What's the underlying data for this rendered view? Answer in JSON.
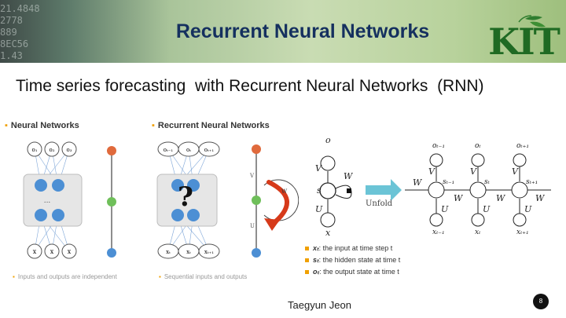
{
  "header": {
    "title": "Recurrent Neural Networks",
    "logo_text": "KIT",
    "bg_digits": "21.4848\n2778\n889\n8EC56\n1.43"
  },
  "subtitle": "Time series forecasting  with Recurrent Neural Networks  (RNN)",
  "left_panel": {
    "title": "Neural Networks",
    "caption": "Inputs and outputs are independent",
    "top_nodes": [
      "o₁",
      "o₂",
      "o₃"
    ],
    "bottom_nodes": [
      "x",
      "x",
      "x"
    ],
    "ellipsis": "..."
  },
  "right_panel": {
    "title": "Recurrent Neural Networks",
    "caption": "Sequential inputs and outputs",
    "top_nodes": [
      "oₜ₋₁",
      "oₜ",
      "oₜ₊₁"
    ],
    "bottom_nodes": [
      "xₜ",
      "xₜ",
      "xₜ₊₁"
    ],
    "question": "?",
    "w_label": "W",
    "v_label": "V",
    "u_label": "U"
  },
  "unfold": {
    "label": "Unfold",
    "folded": {
      "o": "o",
      "s": "s",
      "x": "x",
      "v": "V",
      "u": "U",
      "w": "W"
    },
    "steps": [
      {
        "o": "oₜ₋₁",
        "s": "sₜ₋₁",
        "x": "xₜ₋₁"
      },
      {
        "o": "oₜ",
        "s": "sₜ",
        "x": "xₜ"
      },
      {
        "o": "oₜ₊₁",
        "s": "sₜ₊₁",
        "x": "xₜ₊₁"
      }
    ],
    "v": "V",
    "u": "U",
    "w": "W"
  },
  "legend": [
    {
      "sym": "xₜ",
      "text": ": the input at time step t"
    },
    {
      "sym": "sₜ",
      "text": ": the hidden state at time t"
    },
    {
      "sym": "oₜ",
      "text": ": the output state at time t"
    }
  ],
  "footer": {
    "author": "Taegyun Jeon",
    "page": "8"
  },
  "colors": {
    "title": "#15305f",
    "accent": "#f0a000",
    "arrow": "#d63a1a",
    "unfold_arrow": "#6bc4d6"
  }
}
